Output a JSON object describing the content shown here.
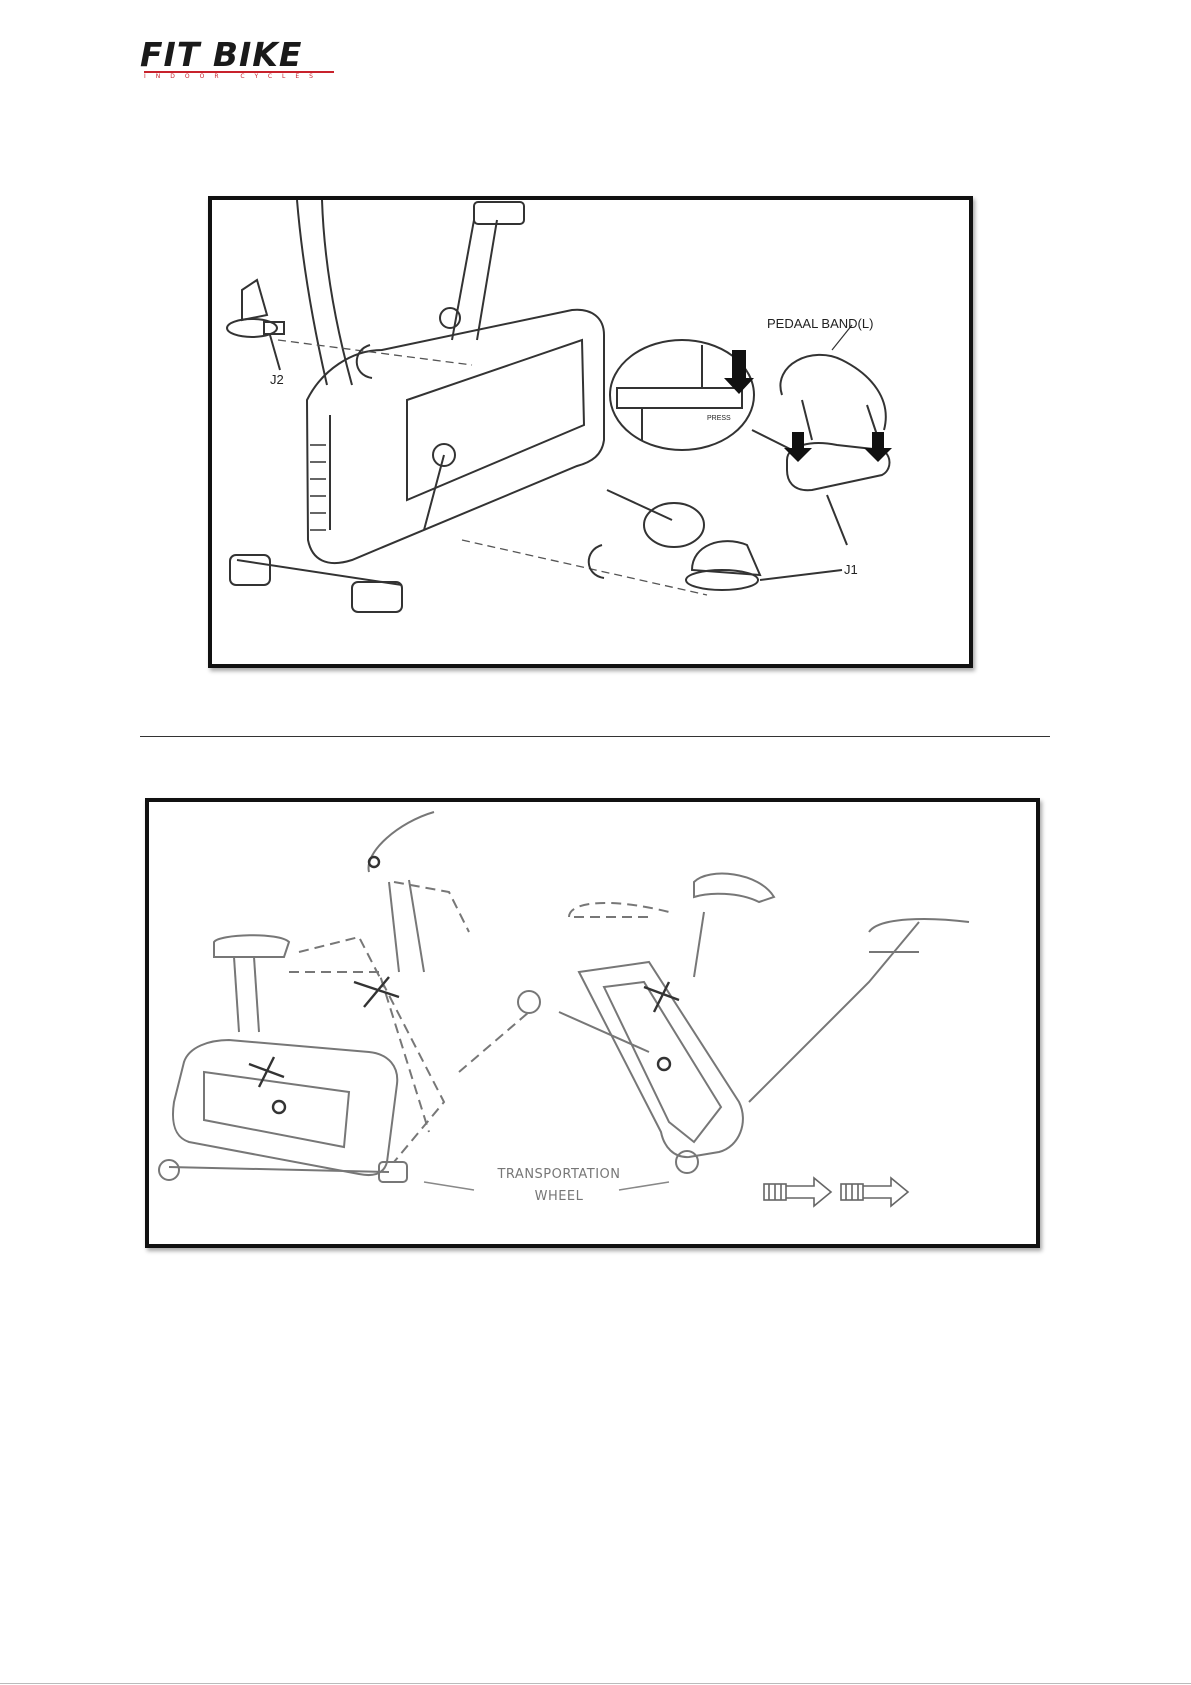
{
  "logo": {
    "main": "FIT BIKE",
    "sub": "INDOOR CYCLES"
  },
  "figure1": {
    "labels": {
      "pedal_band": "PEDAAL BAND(L)",
      "j2": "J2",
      "j1": "J1",
      "press": "PRESS"
    }
  },
  "figure2": {
    "labels": {
      "transport_line1": "TRANSPORTATION",
      "transport_line2": "WHEEL"
    }
  }
}
